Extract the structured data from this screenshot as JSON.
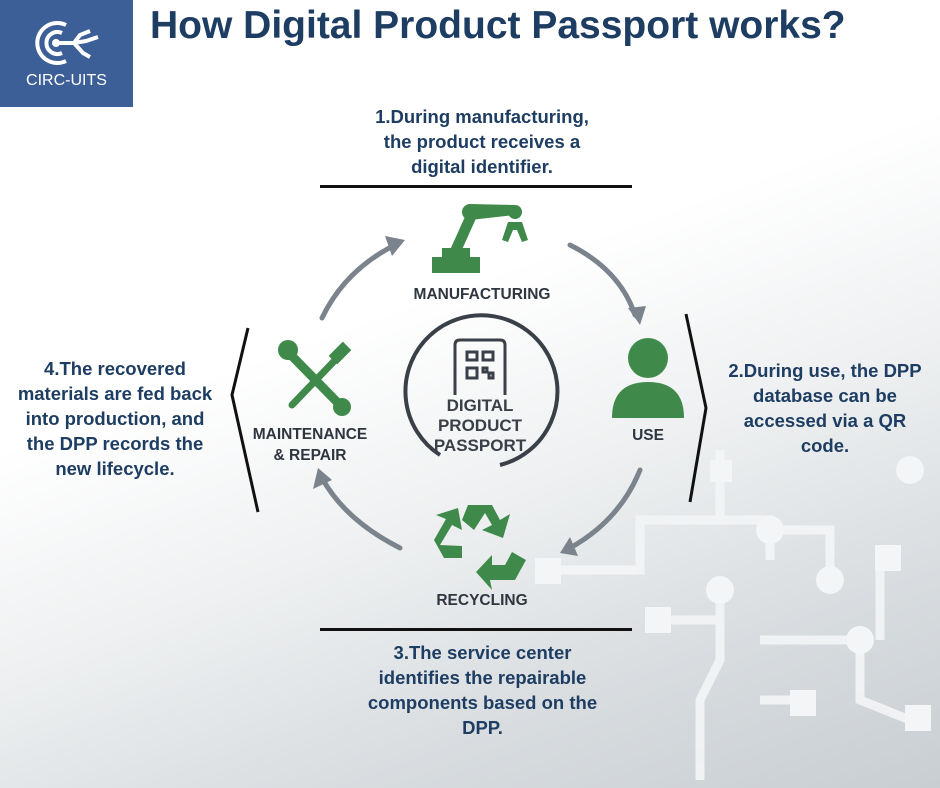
{
  "logo": {
    "text": "CIRC-UITS"
  },
  "title": "How Digital Product Passport works?",
  "center": {
    "line1": "DIGITAL",
    "line2": "PRODUCT",
    "line3": "PASSPORT"
  },
  "stages": {
    "manufacturing": "MANUFACTURING",
    "use": "USE",
    "recycling": "RECYCLING",
    "maintenance1": "MAINTENANCE",
    "maintenance2": "& REPAIR"
  },
  "steps": {
    "step1": [
      "1.During manufacturing,",
      "the product receives a",
      "digital identifier."
    ],
    "step2": [
      "2.During use, the DPP",
      "database can be",
      "accessed via a QR",
      "code."
    ],
    "step3": [
      "3.The service center",
      "identifies the repairable",
      "components based on the",
      "DPP."
    ],
    "step4": [
      "4.The recovered",
      "materials are fed back",
      "into production, and",
      "the DPP records the",
      "new lifecycle."
    ]
  },
  "colors": {
    "navy": "#1e3d62",
    "green": "#3f8a4a",
    "logo_bg": "#3d5f97",
    "arrow": "#7b838c"
  }
}
